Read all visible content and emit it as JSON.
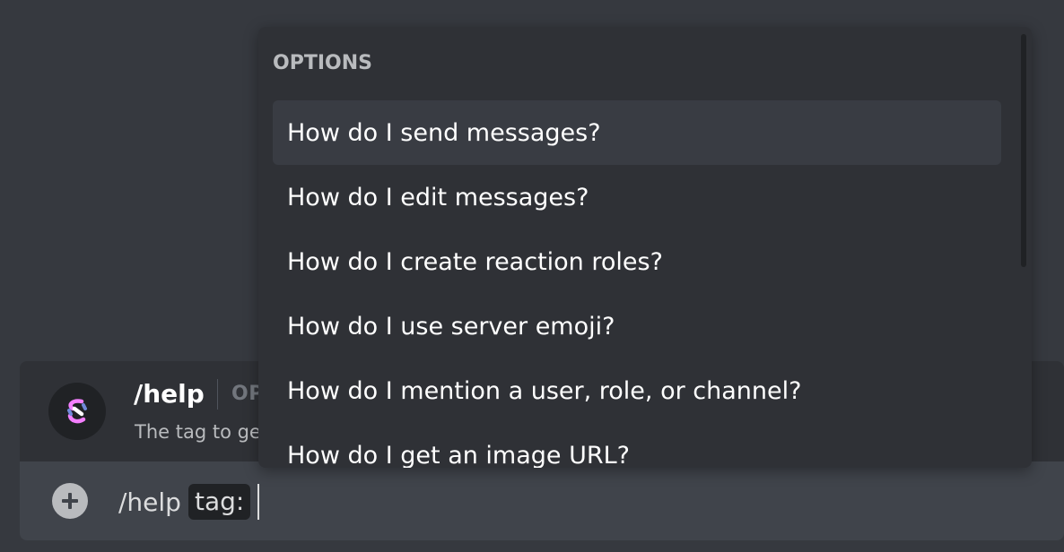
{
  "command_hint": {
    "command": "/help",
    "options_label": "OP",
    "description": "The tag to get"
  },
  "input": {
    "command": "/help",
    "option_pill": "tag:"
  },
  "options_popup": {
    "heading": "OPTIONS",
    "items": [
      {
        "label": "How do I send messages?"
      },
      {
        "label": "How do I edit messages?"
      },
      {
        "label": "How do I create reaction roles?"
      },
      {
        "label": "How do I use server emoji?"
      },
      {
        "label": "How do I mention a user, role, or channel?"
      },
      {
        "label": "How do I get an image URL?"
      }
    ],
    "selected_index": 0
  },
  "icons": {
    "bot_avatar": "bot-logo-icon",
    "plus": "plus-circle-icon"
  },
  "colors": {
    "background": "#36393f",
    "popup": "#2f3136",
    "input_bar": "#40444b",
    "selected_item": "#393c43",
    "avatar_pink": "#f47fff",
    "avatar_blue": "#7289da"
  }
}
